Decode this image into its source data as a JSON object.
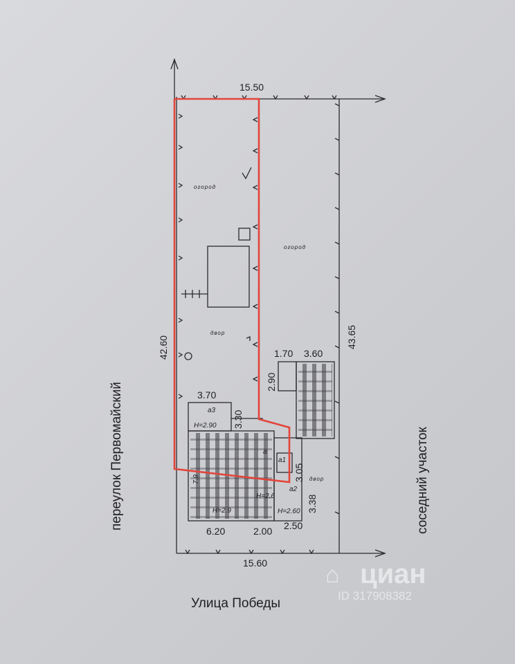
{
  "labels": {
    "top_width": "15.50",
    "bottom_width": "15.60",
    "left_length": "42.60",
    "right_length": "43.65",
    "street_bottom": "Улица Победы",
    "lane_left": "переулок Первомайский",
    "neighbor_right": "соседний участок",
    "garden_left": "огород",
    "garden_right": "огород",
    "yard_top": "двор",
    "yard_bottom": "двор",
    "dim_3_70": "3.70",
    "dim_3_30": "3.30",
    "dim_1_70": "1.70",
    "dim_3_60": "3.60",
    "dim_2_90": "2.90",
    "dim_3_05": "3.05",
    "dim_3_38": "3.38",
    "dim_6_20": "6.20",
    "dim_2_00": "2.00",
    "dim_2_50": "2.50",
    "annex_label": "а3",
    "annex_height": "Н=2.90",
    "main_height": "Н=2.9",
    "annex2_height": "Н=2.60",
    "annex_a": "а",
    "annex_a1": "а1",
    "annex_a2": "а2",
    "house_height_inner": "Н=2.6",
    "plan_area_letter": "7.9"
  },
  "watermark": {
    "brand": "циан",
    "id_text": "ID 317908382"
  },
  "colors": {
    "boundary": "#e2453a",
    "ink": "#2a2a2e"
  }
}
